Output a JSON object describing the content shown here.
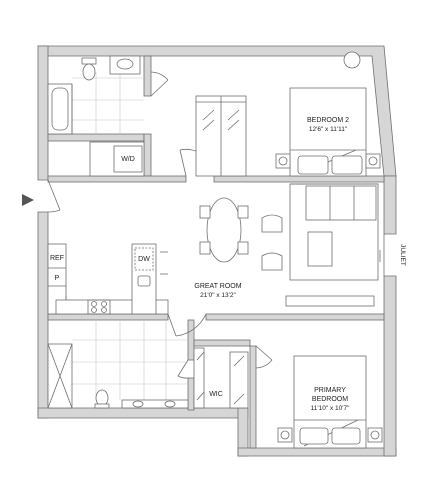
{
  "rooms": {
    "bedroom2": {
      "name": "BEDROOM 2",
      "dims": "12'6\" x 11'11\""
    },
    "great_room": {
      "name": "GREAT ROOM",
      "dims": "21'0\" x 13'2\""
    },
    "primary_bedroom": {
      "name_line1": "PRIMARY",
      "name_line2": "BEDROOM",
      "dims": "11'10\" x 10'7\""
    },
    "wic": {
      "name": "WIC"
    }
  },
  "fixtures": {
    "washer_dryer": "W/D",
    "refrigerator": "REF",
    "pantry": "P",
    "dishwasher": "DW"
  },
  "labels": {
    "juliet": "JULIET"
  },
  "colors": {
    "wall_fill": "#d6d6d6",
    "wall_stroke": "#6f6f6f"
  }
}
